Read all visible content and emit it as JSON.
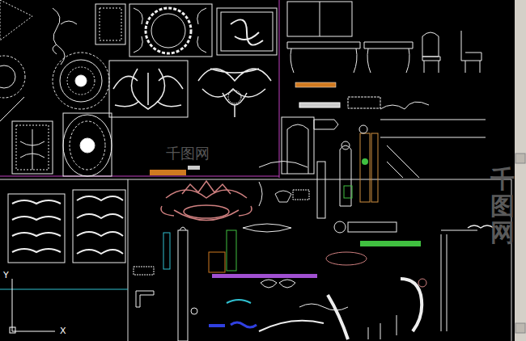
{
  "diagram": {
    "labels": [
      "Y",
      "X",
      "千图网",
      "千图网"
    ]
  }
}
